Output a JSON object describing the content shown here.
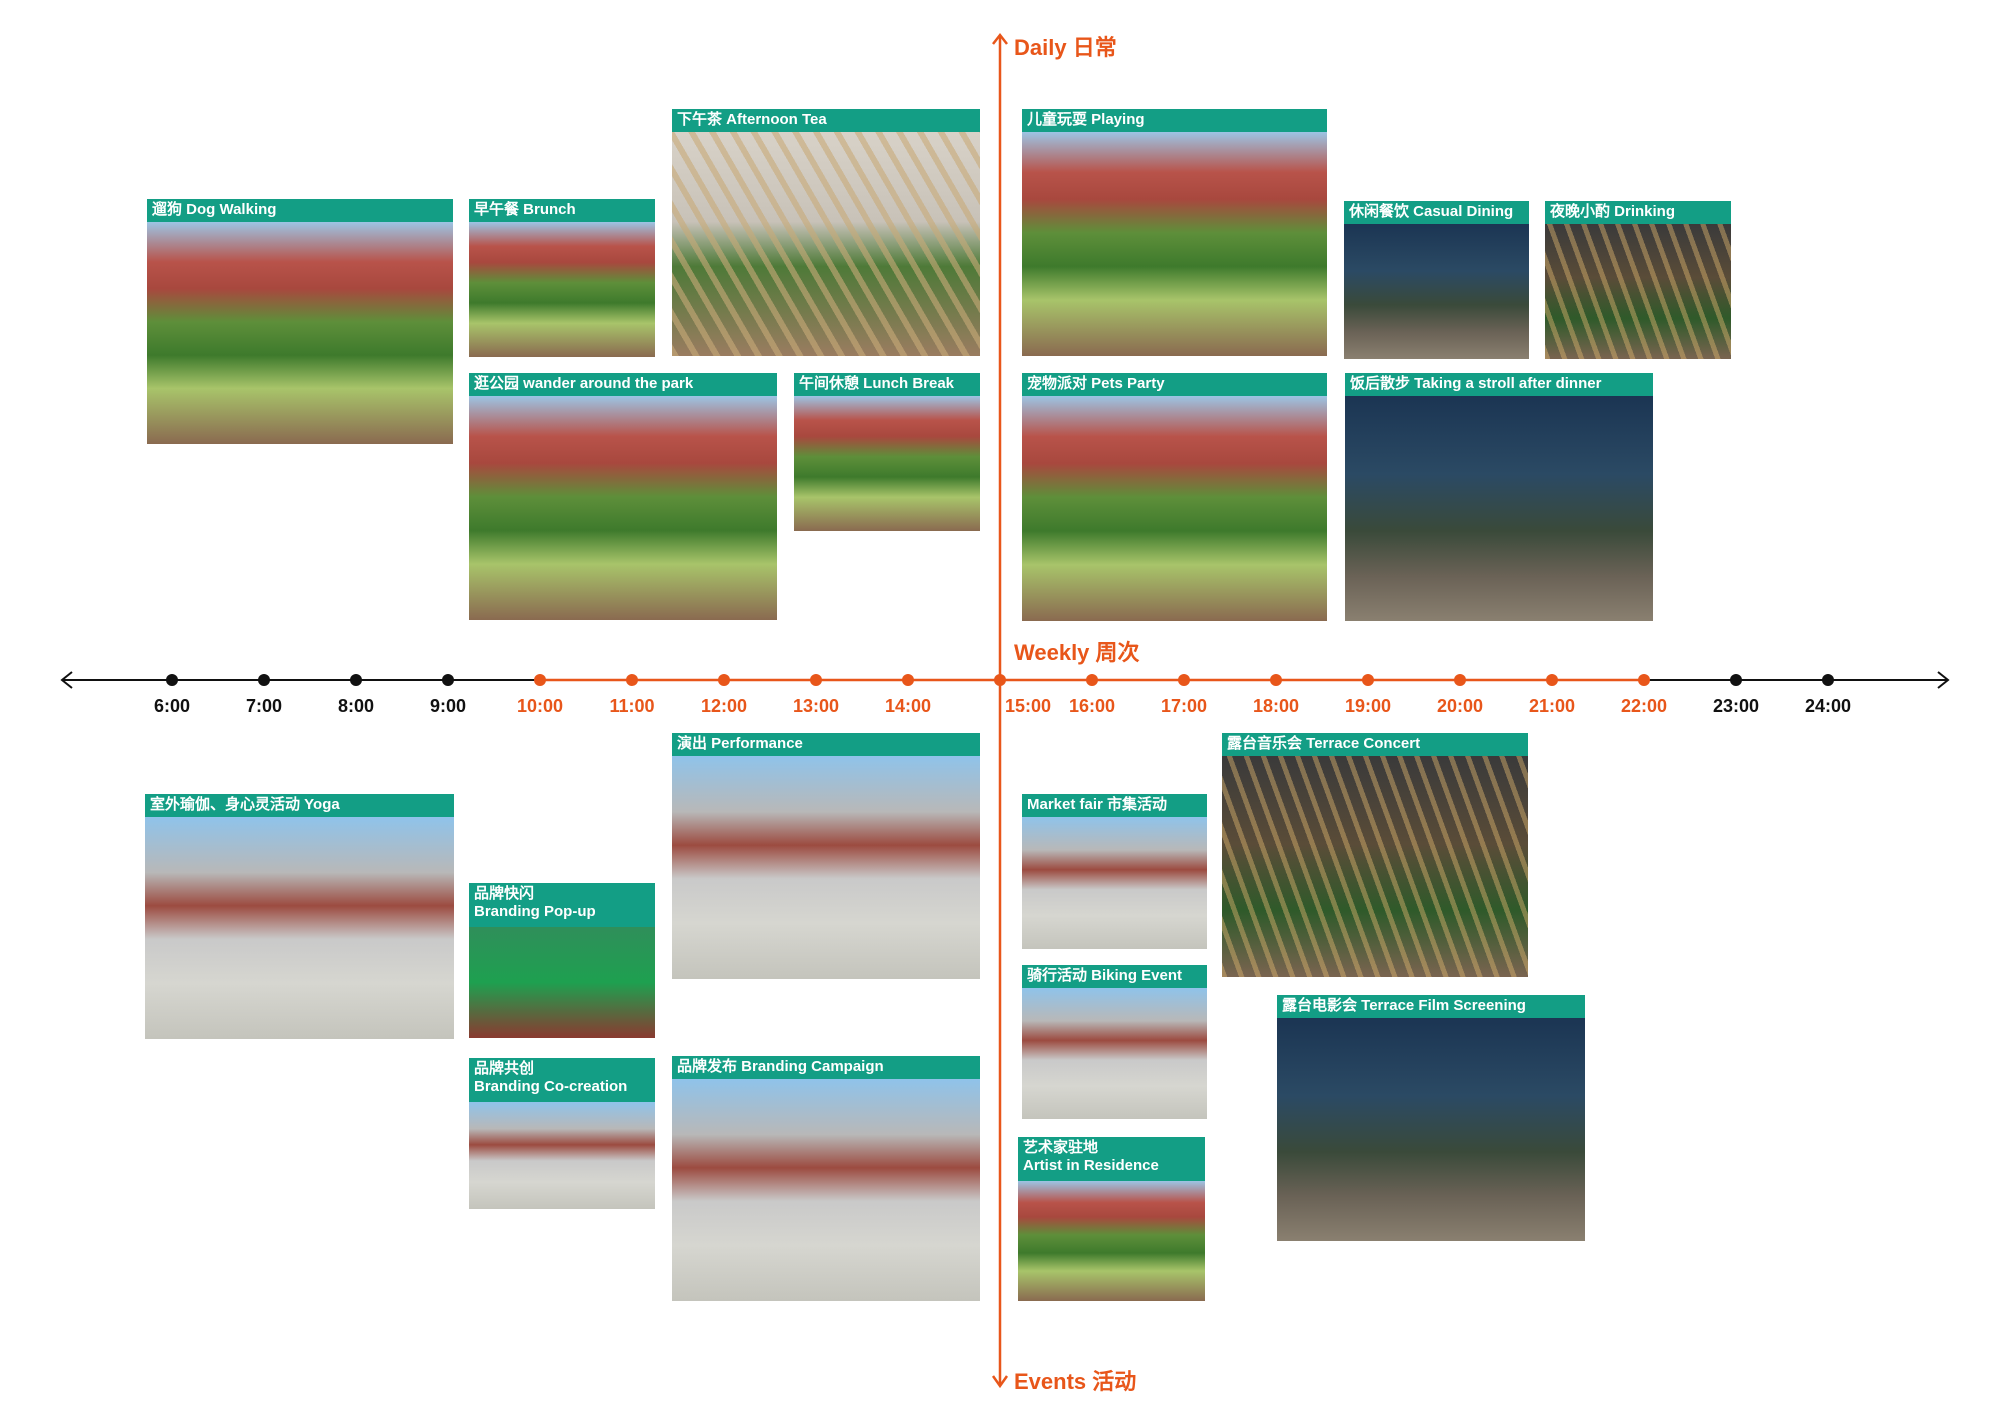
{
  "axes": {
    "daily": "Daily 日常",
    "weekly": "Weekly 周次",
    "events": "Events 活动"
  },
  "colors": {
    "accent": "#e8561a",
    "header": "#139e85",
    "axis": "#111111"
  },
  "timeline": {
    "ticks": [
      "6:00",
      "7:00",
      "8:00",
      "9:00",
      "10:00",
      "11:00",
      "12:00",
      "13:00",
      "14:00",
      "15:00",
      "16:00",
      "17:00",
      "18:00",
      "19:00",
      "20:00",
      "21:00",
      "22:00",
      "23:00",
      "24:00"
    ],
    "highlight_range": [
      "10:00",
      "22:00"
    ]
  },
  "cards": [
    {
      "label": "遛狗 Dog Walking"
    },
    {
      "label": "早午餐 Brunch"
    },
    {
      "label": "下午茶 Afternoon Tea"
    },
    {
      "label": "儿童玩耍 Playing"
    },
    {
      "label": "休闲餐饮 Casual Dining"
    },
    {
      "label": "夜晚小酌 Drinking"
    },
    {
      "label": "逛公园 wander around the park"
    },
    {
      "label": "午间休憩 Lunch Break"
    },
    {
      "label": "宠物派对 Pets Party"
    },
    {
      "label": "饭后散步 Taking a stroll after dinner"
    },
    {
      "label": "演出 Performance"
    },
    {
      "label": "露台音乐会 Terrace Concert"
    },
    {
      "label": "室外瑜伽、身心灵活动 Yoga"
    },
    {
      "label": "品牌快闪\nBranding Pop-up"
    },
    {
      "label": "Market fair 市集活动"
    },
    {
      "label": "骑行活动 Biking Event"
    },
    {
      "label": "露台电影会 Terrace Film Screening"
    },
    {
      "label": "品牌共创\nBranding Co-creation"
    },
    {
      "label": "品牌发布 Branding Campaign"
    },
    {
      "label": "艺术家驻地\nArtist in Residence"
    }
  ]
}
